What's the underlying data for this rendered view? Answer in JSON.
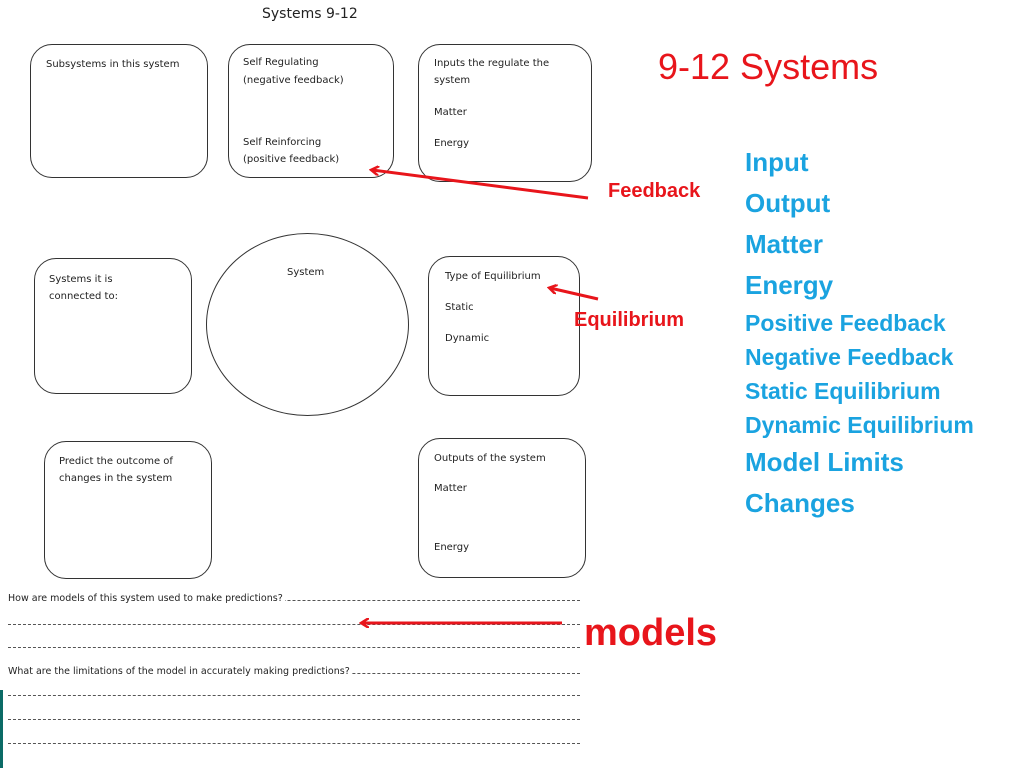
{
  "worksheet": {
    "title": "Systems 9-12",
    "subsystems": "Subsystems in this system",
    "self_regulating": "Self Regulating",
    "negative_feedback": "(negative feedback)",
    "self_reinforcing": "Self Reinforcing",
    "positive_feedback": "(positive feedback)",
    "inputs_line1": "Inputs the regulate  the",
    "inputs_line2": "system",
    "inputs_matter": "Matter",
    "inputs_energy": "Energy",
    "connected_line1": "Systems it is",
    "connected_line2": "connected to:",
    "system": "System",
    "equilibrium_type": "Type of Equilibrium",
    "static": "Static",
    "dynamic": "Dynamic",
    "predict_line1": "Predict the outcome of",
    "predict_line2": "changes in the system",
    "outputs_title": "Outputs of the system",
    "outputs_matter": "Matter",
    "outputs_energy": "Energy",
    "question1": "How are  models of this system used to make  predictions?",
    "question2": "What are  the limitations  of the model in accurately  making  predictions?"
  },
  "slide": {
    "title": "9-12 Systems",
    "feedback_label": "Feedback",
    "equilibrium_label": "Equilibrium",
    "models_label": "models",
    "keywords_large": [
      "Input",
      "Output",
      "Matter",
      "Energy"
    ],
    "keywords_small": [
      "Positive Feedback",
      "Negative Feedback",
      "Static Equilibrium",
      "Dynamic Equilibrium"
    ],
    "keywords_large_2": [
      "Model Limits",
      "Changes"
    ]
  },
  "colors": {
    "accent_red": "#e8151b",
    "keyword_blue": "#1aa3e0"
  }
}
